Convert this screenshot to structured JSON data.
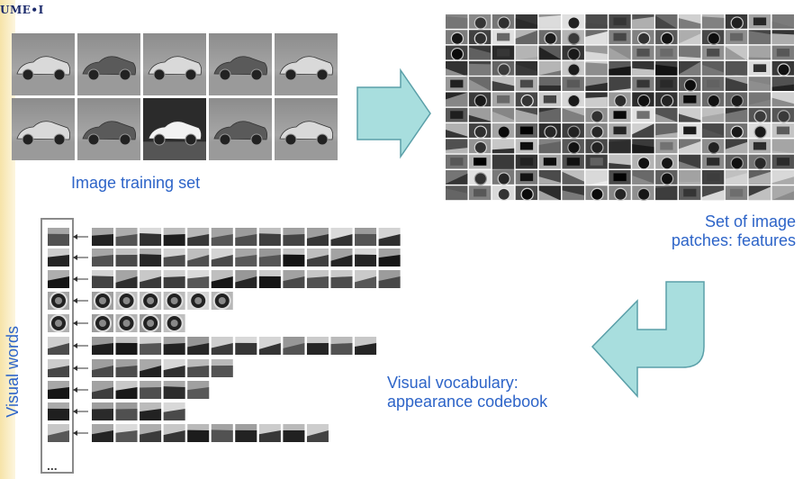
{
  "logo": {
    "text": "UME•I"
  },
  "labels": {
    "image_training_set": "Image training set",
    "patches_line1": "Set of image",
    "patches_line2": "patches: features",
    "vocab_line1": "Visual vocabulary:",
    "vocab_line2": "appearance codebook",
    "visual_words": "Visual words",
    "ellipsis": "..."
  },
  "colors": {
    "label_blue": "#2d64c8",
    "arrow_fill": "#a8dede",
    "arrow_stroke": "#5a9fa8",
    "frame_gray": "#8a8a8a"
  },
  "codebook_row_counts": [
    13,
    13,
    13,
    6,
    4,
    12,
    6,
    5,
    4,
    10
  ]
}
